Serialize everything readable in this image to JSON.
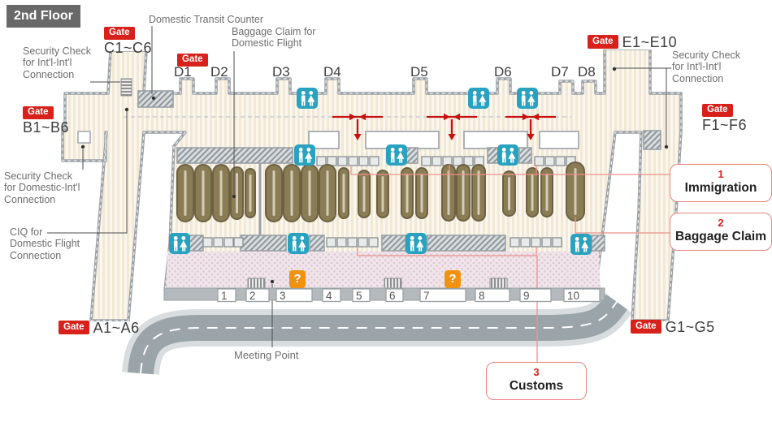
{
  "floor_badge": "2nd Floor",
  "gate_badge_label": "Gate",
  "gates": {
    "a": "A1~A6",
    "b": "B1~B6",
    "c": "C1~C6",
    "e": "E1~E10",
    "f": "F1~F6",
    "g": "G1~G5",
    "d_labels": [
      "D1",
      "D2",
      "D3",
      "D4",
      "D5",
      "D6",
      "D7",
      "D8"
    ]
  },
  "annotations": {
    "domestic_transit_counter": "Domestic Transit Counter",
    "baggage_claim_domestic": "Baggage Claim for\nDomestic Flight",
    "security_check_intl_left": "Security Check\nfor Int'l-Int'l\nConnection",
    "security_check_intl_right": "Security Check\nfor Int'l-Int'l\nConnection",
    "security_check_domestic": "Security Check\nfor Domestic-Int'l\nConnection",
    "ciq": "CIQ for\nDomestic Flight\nConnection",
    "meeting_point": "Meeting Point"
  },
  "callouts": [
    {
      "number": "1",
      "label": "Immigration"
    },
    {
      "number": "2",
      "label": "Baggage Claim"
    },
    {
      "number": "3",
      "label": "Customs"
    }
  ],
  "entrances": [
    "1",
    "2",
    "3",
    "4",
    "5",
    "6",
    "7",
    "8",
    "9",
    "10"
  ],
  "information_icon": {
    "glyph": "?"
  },
  "icon_names": {
    "restroom": "restroom-icon",
    "information": "information-icon",
    "stairs": "stairs-icon",
    "flow_arrow": "passenger-flow-arrow"
  },
  "colors": {
    "gate_badge_red": "#d8211b",
    "arrow_red": "#c61111",
    "callout_border": "#e8857c",
    "restroom_teal": "#29a2c0",
    "information_orange": "#ef9210",
    "carousel_olive": "#8a7c55",
    "floor_stripe": "#f2e8d6",
    "lobby_pink": "#f0e5ea",
    "wall_gray": "#9ba1a6",
    "road_gray": "#9aa4a9"
  }
}
